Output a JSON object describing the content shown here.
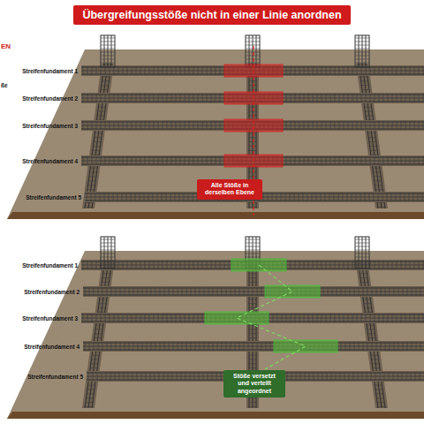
{
  "diagram": {
    "title": "Übergreifungsstöße nicht in einer Linie anordnen",
    "nodes": [
      {
        "text": [
          "Alle Stöße in derselben Ebene"
        ]
      },
      {
        "text": [
          "Stöße versetzt und verteilt angeordnet"
        ]
      }
    ],
    "labels": [
      "EN",
      "ße",
      "Streifenfundament 1",
      "Streifenfundament 2",
      "Streifenfundament 3",
      "Streifenfundament 4",
      "Streifenfundament 5",
      "Streifenfundament 1",
      "Streifenfundament 2",
      "Streifenfundament 3",
      "Streifenfundament 4",
      "Streifenfundament 5"
    ]
  }
}
